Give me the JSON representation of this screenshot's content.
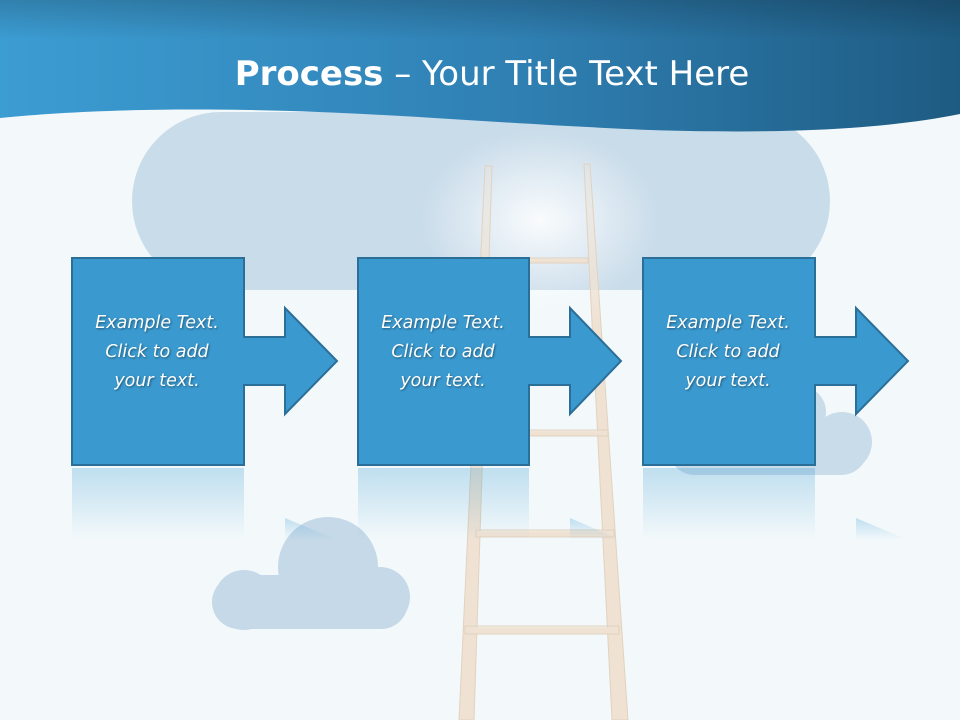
{
  "slide": {
    "title_bold": "Process",
    "title_rest": " – Your Title Text Here"
  },
  "steps": [
    {
      "line1": "Example Text.",
      "line2": "Click  to add",
      "line3": "your text."
    },
    {
      "line1": "Example Text.",
      "line2": "Click  to add",
      "line3": "your text."
    },
    {
      "line1": "Example Text.",
      "line2": "Click  to add",
      "line3": "your text."
    }
  ],
  "icons": {
    "cloud": "cloud-icon",
    "ladder": "ladder-icon",
    "arrow": "arrow-right-icon"
  },
  "colors": {
    "header_dark": "#1f5f86",
    "header_light": "#3b9bd1",
    "box_fill": "#3a9ad0",
    "box_stroke": "#2a6e98",
    "cloud": "#c8dbe9",
    "ladder": "#efe2d3",
    "background": "#f3f9fb"
  }
}
